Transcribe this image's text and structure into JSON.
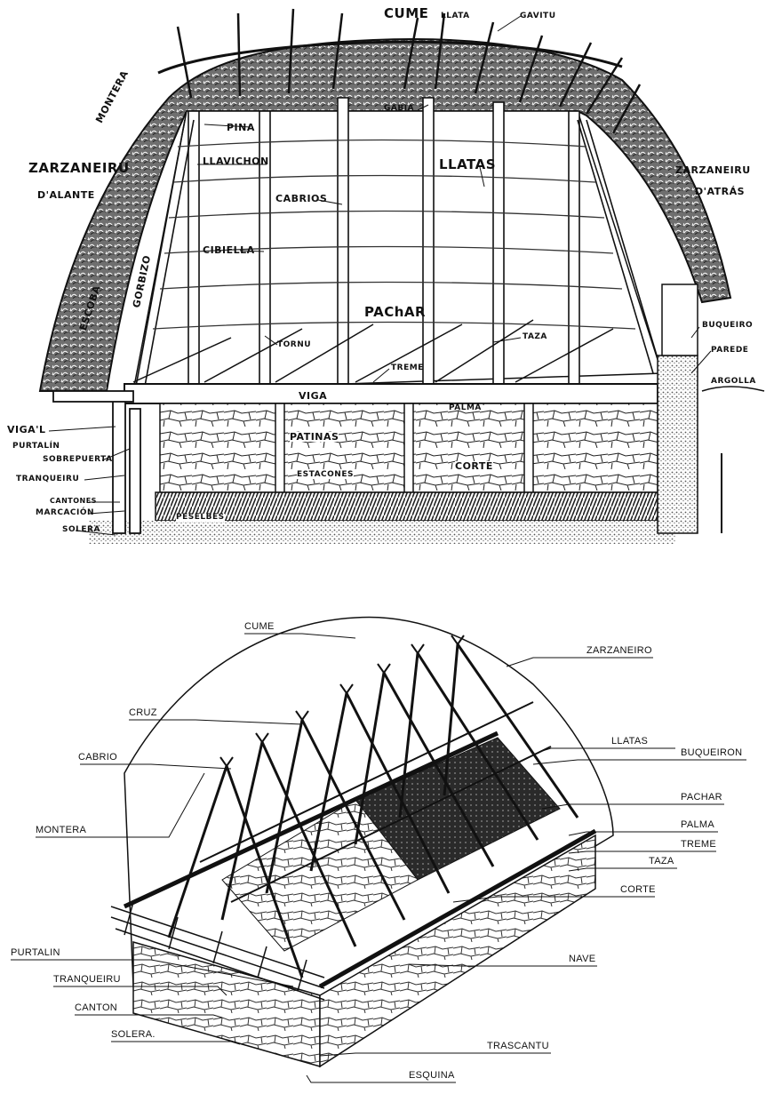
{
  "top_diagram": {
    "labels": {
      "cume": "CUME",
      "llata": "LLATA",
      "gavitu": "GAVITU",
      "montera": "MONTERA",
      "gabia": "GABIA",
      "pina": "PINA",
      "zarzaneiru_alante_1": "ZARZANEIRU",
      "zarzaneiru_alante_2": "D'ALANTE",
      "llavichon": "LLAVICHON",
      "llatas": "LLATAS",
      "zarzaneiru_atras_1": "ZARZANEIRU",
      "zarzaneiru_atras_2": "D'ATRÁS",
      "cabrios": "CABRIOS",
      "cibiella": "CIBIELLA",
      "gorbizo": "GORBIZO",
      "escoba": "ESCOBA",
      "pachar": "PAChAR",
      "buqueiro": "BUQUEIRO",
      "tornu": "TORNU",
      "taza": "TAZA",
      "parede": "PAREDE",
      "treme": "TREME",
      "argolla": "ARGOLLA",
      "viga": "VIGA",
      "palma": "PALMA",
      "vigal": "VIGA'L",
      "purtalin": "PURTALÍN",
      "patinas": "PATINAS",
      "sobrepuerta": "SOBREPUERTA",
      "corte": "CORTE",
      "tranqueiru": "TRANQUEIRU",
      "estacones": "ESTACONES",
      "cantones": "CANTONES",
      "marcacion": "MARCACIÓN",
      "peselbes": "PESELBES",
      "solera": "SOLERA"
    }
  },
  "bottom_diagram": {
    "labels": {
      "cume": "CUME",
      "zarzaneiro": "ZARZANEIRO",
      "cruz": "CRUZ",
      "llatas": "LLATAS",
      "cabrio": "CABRIO",
      "buqueiron": "BUQUEIRON",
      "pachar": "PACHAR",
      "montera": "MONTERA",
      "palma": "PALMA",
      "treme": "TREME",
      "taza": "TAZA",
      "corte": "CORTE",
      "purtalin": "PURTALIN",
      "nave": "NAVE",
      "tranqueiru": "TRANQUEIRU",
      "canton": "CANTON",
      "solera": "SOLERA.",
      "trascantu": "TRASCANTU",
      "esquina": "ESQUINA"
    }
  },
  "colors": {
    "ink": "#111111",
    "paper": "#ffffff",
    "stipple": "#9a9a9a"
  }
}
